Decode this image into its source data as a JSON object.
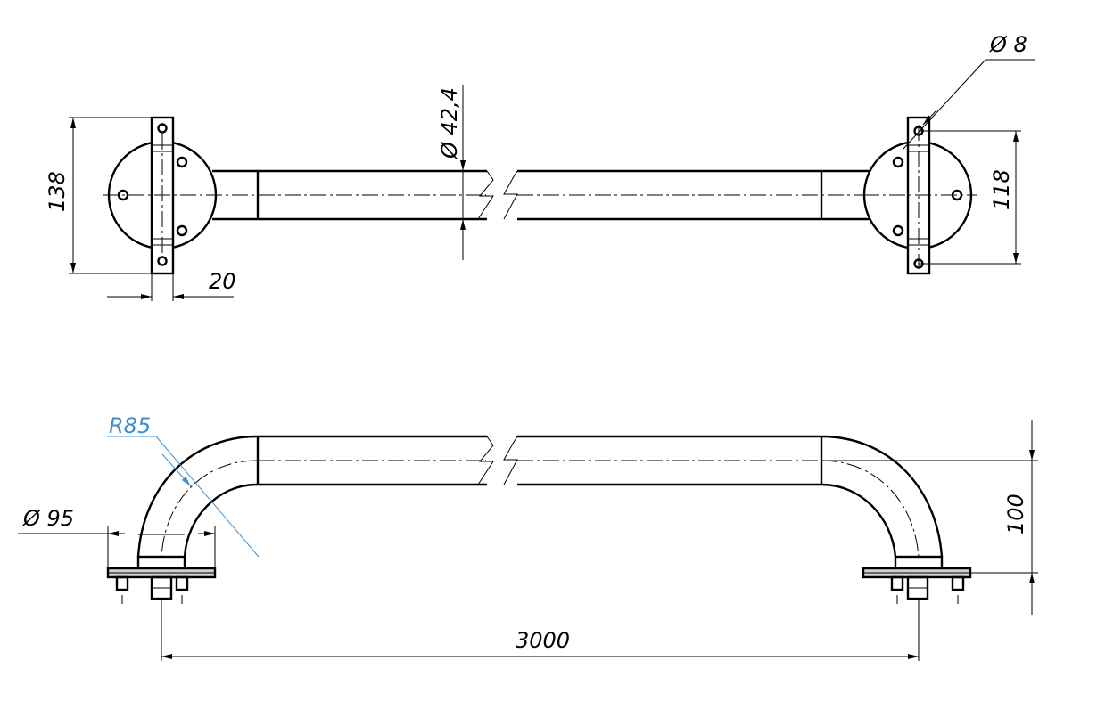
{
  "drawing": {
    "dimensions": {
      "top_height": "138",
      "top_flange_width": "20",
      "tube_diameter": "Ø 42,4",
      "hole_diameter": "Ø 8",
      "hole_spacing": "118",
      "bend_radius": "R85",
      "base_diameter": "Ø 95",
      "rail_height": "100",
      "rail_length": "3000"
    },
    "colors": {
      "line": "#000000",
      "radius_annotation": "#3d8fd1"
    }
  }
}
